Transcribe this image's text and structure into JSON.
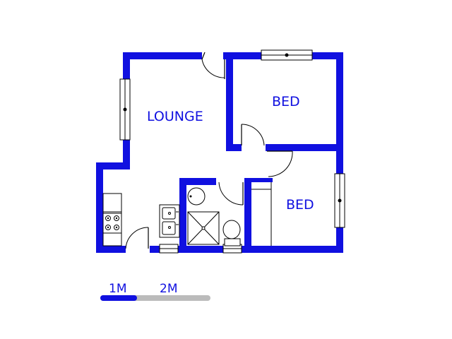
{
  "rooms": {
    "lounge": "LOUNGE",
    "bed_top": "BED",
    "bed_bottom": "BED"
  },
  "scale_bar": {
    "label_1": "1M",
    "label_2": "2M"
  },
  "colors": {
    "wall": "#1010e0",
    "scale_gray": "#bbbbbb",
    "scale_blue": "#1010e0"
  }
}
